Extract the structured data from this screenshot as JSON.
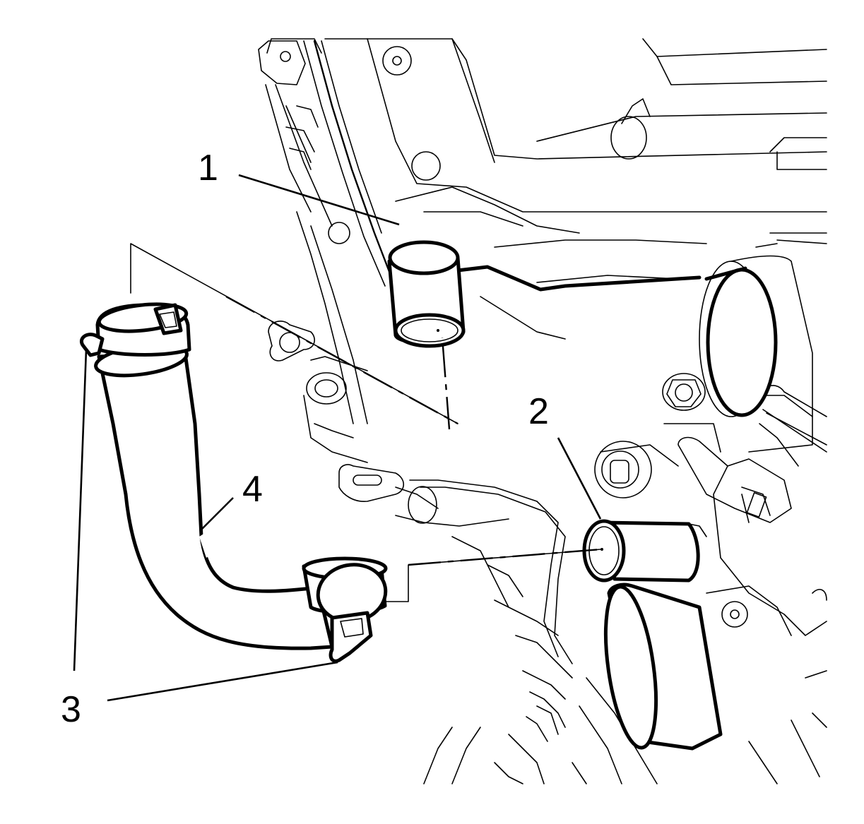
{
  "callouts": [
    {
      "id": "1",
      "label": "1"
    },
    {
      "id": "2",
      "label": "2"
    },
    {
      "id": "3",
      "label": "3"
    },
    {
      "id": "4",
      "label": "4"
    }
  ],
  "colors": {
    "line": "#000000",
    "background": "#ffffff"
  }
}
